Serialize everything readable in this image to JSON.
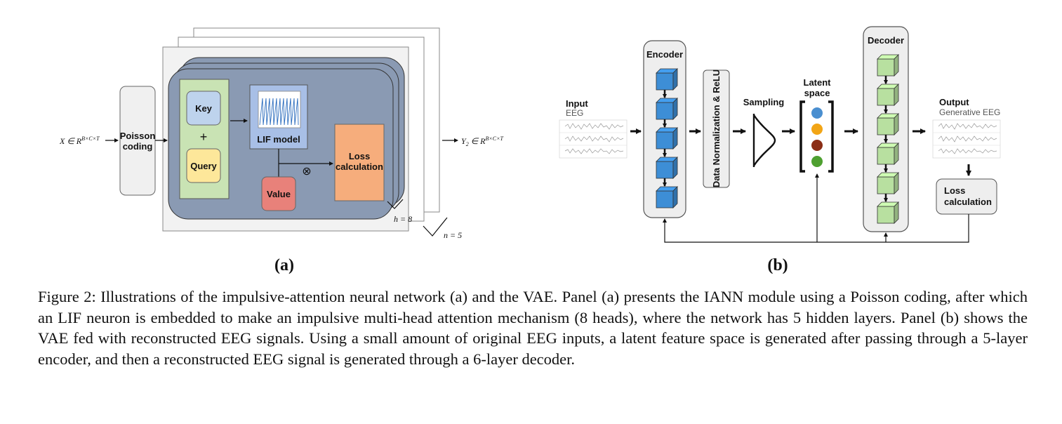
{
  "panel_a": {
    "input_label": "X ∈ R",
    "input_sup": "B×C×T",
    "poisson_line1": "Poisson",
    "poisson_line2": "coding",
    "key_label": "Key",
    "plus_label": "+",
    "query_label": "Query",
    "lif_label": "LIF model",
    "value_label": "Value",
    "otimes_label": "⊗",
    "loss_line1": "Loss",
    "loss_line2": "calculation",
    "h_label": "h = 8",
    "n_label": "n = 5",
    "output_label": "Y",
    "output_sub": "2",
    "output_rest": " ∈ R",
    "output_sup": "B×C×T",
    "panel_label": "(a)"
  },
  "panel_b": {
    "input_title": "Input",
    "input_sub": "EEG",
    "encoder_label": "Encoder",
    "norm_label": "Data Normalization & ReLU",
    "sampling_label": "Sampling",
    "latent_line1": "Latent",
    "latent_line2": "space",
    "decoder_label": "Decoder",
    "output_title": "Output",
    "output_sub": "Generative EEG",
    "loss_line1": "Loss",
    "loss_line2": "calculation",
    "panel_label": "(b)",
    "colors": {
      "encoder_cube": "#3d8ed6",
      "decoder_cube": "#b8e0a0",
      "latent_dots": [
        "#4a8fd0",
        "#f2a516",
        "#8b2e16",
        "#4ea030"
      ]
    }
  },
  "caption": "Figure 2: Illustrations of the impulsive-attention neural network (a) and the VAE. Panel (a) presents the IANN module using a Poisson coding, after which an LIF neuron is embedded to make an impulsive multi-head attention mechanism (8 heads), where the network has 5 hidden layers. Panel (b) shows the VAE fed with reconstructed EEG signals. Using a small amount of original EEG inputs, a latent feature space is generated after passing through a 5-layer encoder, and then a reconstructed EEG signal is generated through a 6-layer decoder."
}
